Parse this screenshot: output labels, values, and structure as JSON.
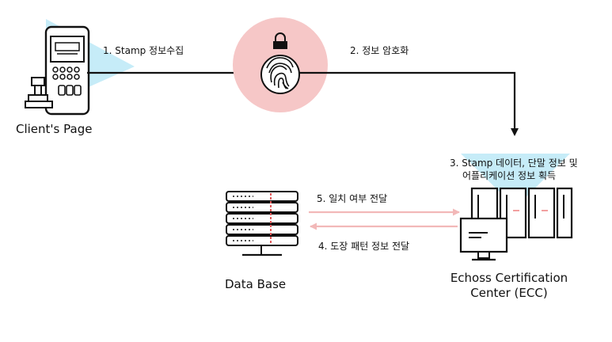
{
  "nodes": {
    "client": "Client's Page",
    "database": "Data Base",
    "ecc_line1": "Echoss Certification",
    "ecc_line2": "Center (ECC)"
  },
  "steps": {
    "s1": "1. Stamp 정보수집",
    "s2": "2. 정보 암호화",
    "s3_line1": "3.  Stamp 데이터, 단말 정보 및",
    "s3_line2": "어플리케이션 정보 획득",
    "s4": "4. 도장 패턴 정보 전달",
    "s5": "5.  일치 여부 전달"
  },
  "colors": {
    "accent_cyan": "#bfe9f6",
    "accent_pink": "#f6c3c3",
    "arrow_pink": "#f2b8b8",
    "ink": "#111111"
  },
  "icons": {
    "phone": "phone-stamp-icon",
    "fingerprint": "fingerprint-lock-icon",
    "database": "database-server-icon",
    "ecc": "server-rack-monitor-icon"
  }
}
